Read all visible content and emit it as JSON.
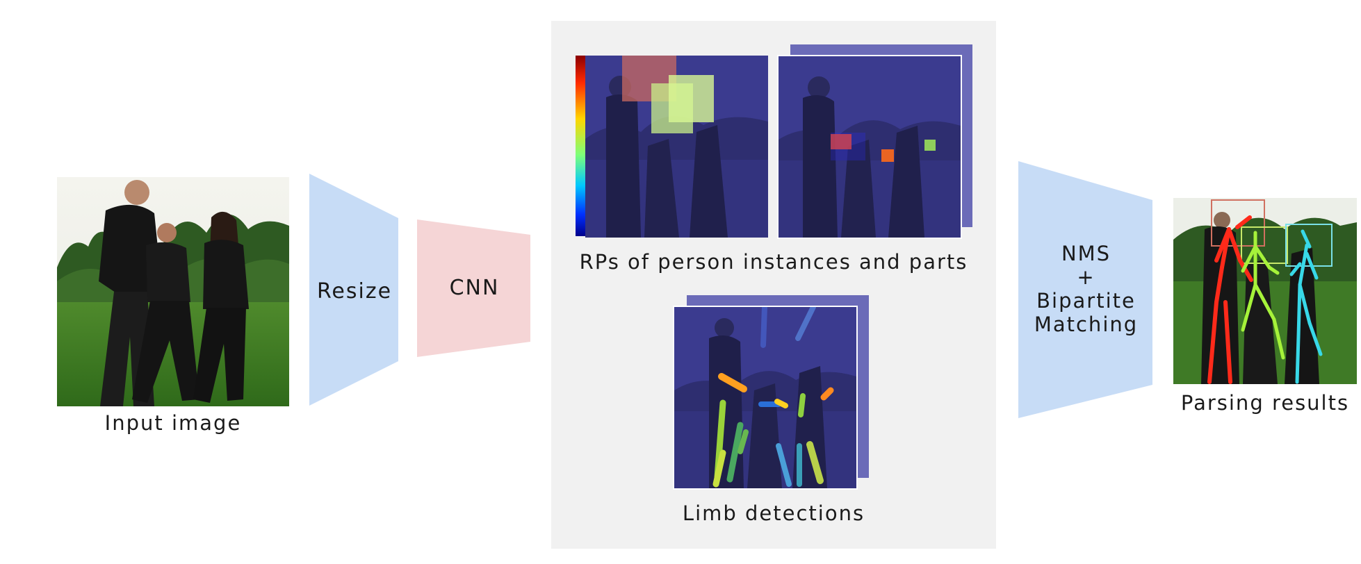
{
  "figure": {
    "input_caption": "Input image",
    "resize_label": "Resize",
    "cnn_label": "CNN",
    "rps_caption": "RPs of person instances and parts",
    "limb_caption": "Limb detections",
    "nms_label_line1": "NMS",
    "nms_label_line2": "+",
    "nms_label_line3": "Bipartite",
    "nms_label_line4": "Matching",
    "output_caption": "Parsing results"
  },
  "colors": {
    "resize_fill": "#c7dcf6",
    "cnn_fill": "#f5d5d6",
    "panel_bg": "#f1f1f1",
    "heatmap_tint": "#3c3ca0",
    "skeleton_red": "#ff2a1a",
    "skeleton_green": "#a6f23a",
    "skeleton_cyan": "#38d8e8"
  },
  "icons": {
    "input_photo": "photo-of-three-people-on-grass",
    "rp_map": "heatmap-person-instances",
    "rp_parts_map": "heatmap-person-parts",
    "limb_map": "heatmap-limbs",
    "output_photo": "skeleton-parsing-result"
  }
}
